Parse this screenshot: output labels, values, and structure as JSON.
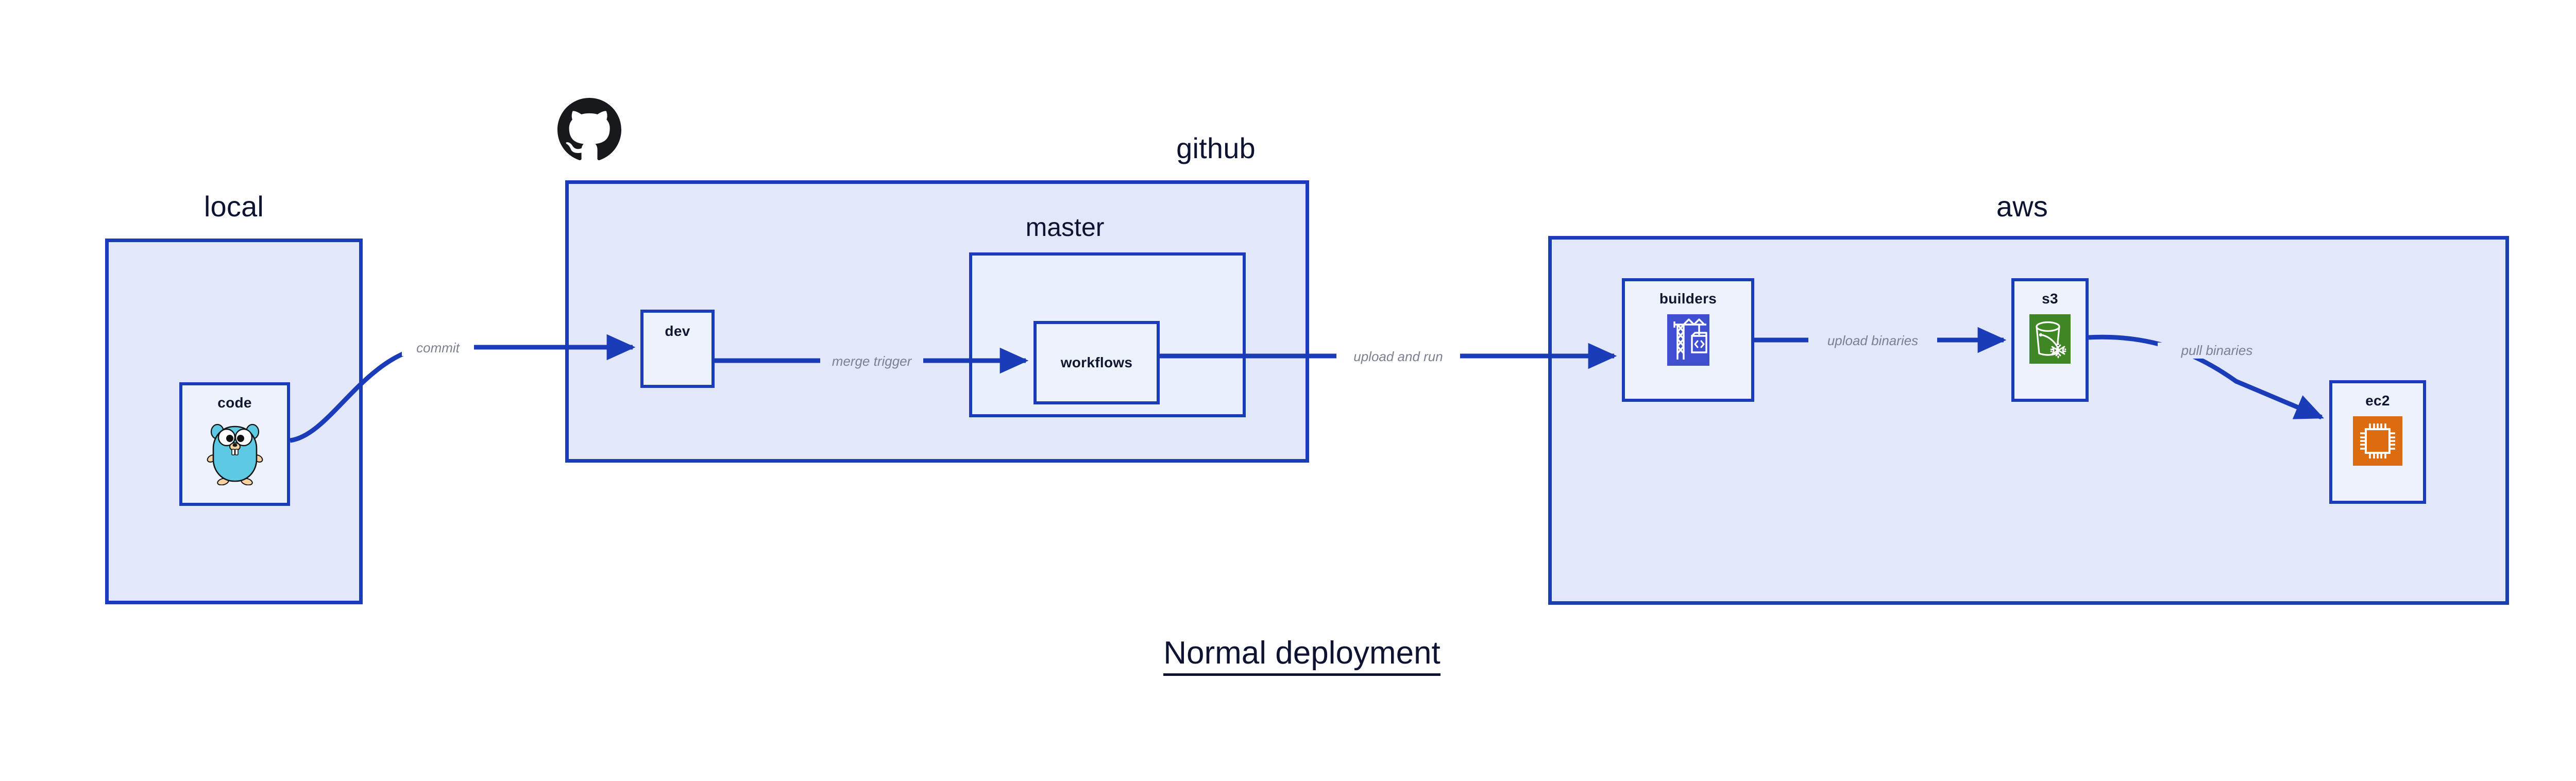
{
  "diagram": {
    "title": "Normal deployment",
    "background_color": "#ffffff",
    "accent_border_color": "#1a3cb8",
    "group_fill_color": "#e2e7fa",
    "node_fill_color": "#edf2fd",
    "label_color": "#0d1330",
    "edge_label_color": "#7b8190"
  },
  "groups": [
    {
      "id": "local",
      "label": "local"
    },
    {
      "id": "github",
      "label": "github"
    },
    {
      "id": "aws",
      "label": "aws"
    }
  ],
  "subgroups": [
    {
      "id": "master",
      "label": "master",
      "parent": "github"
    }
  ],
  "nodes": [
    {
      "id": "code",
      "label": "code",
      "icon": "go-gopher-icon",
      "parent": "local"
    },
    {
      "id": "dev",
      "label": "dev",
      "icon": "none",
      "parent": "github"
    },
    {
      "id": "workflows",
      "label": "workflows",
      "icon": "none",
      "parent": "master"
    },
    {
      "id": "builders",
      "label": "builders",
      "icon": "aws-codebuild-icon",
      "parent": "aws"
    },
    {
      "id": "s3",
      "label": "s3",
      "icon": "aws-s3-glacier-icon",
      "parent": "aws"
    },
    {
      "id": "ec2",
      "label": "ec2",
      "icon": "aws-ec2-icon",
      "parent": "aws"
    }
  ],
  "edges": [
    {
      "id": "commit",
      "label": "commit",
      "from": "code",
      "to": "dev"
    },
    {
      "id": "merge-trigger",
      "label": "merge trigger",
      "from": "dev",
      "to": "workflows"
    },
    {
      "id": "upload-and-run",
      "label": "upload and run",
      "from": "workflows",
      "to": "builders"
    },
    {
      "id": "upload-binaries",
      "label": "upload binaries",
      "from": "builders",
      "to": "s3"
    },
    {
      "id": "pull-binaries",
      "label": "pull binaries",
      "from": "s3",
      "to": "ec2"
    }
  ],
  "logos": [
    {
      "id": "github-logo",
      "icon": "github-octocat-icon",
      "color": "#1b1f23"
    }
  ],
  "icon_colors": {
    "aws_codebuild": "#3f4fcf",
    "aws_s3_glacier": "#3f8624",
    "aws_ec2": "#dd6b10",
    "go_gopher_body": "#5dc9e2",
    "go_gopher_foot": "#f6d2a2",
    "github_octocat": "#17191c"
  }
}
